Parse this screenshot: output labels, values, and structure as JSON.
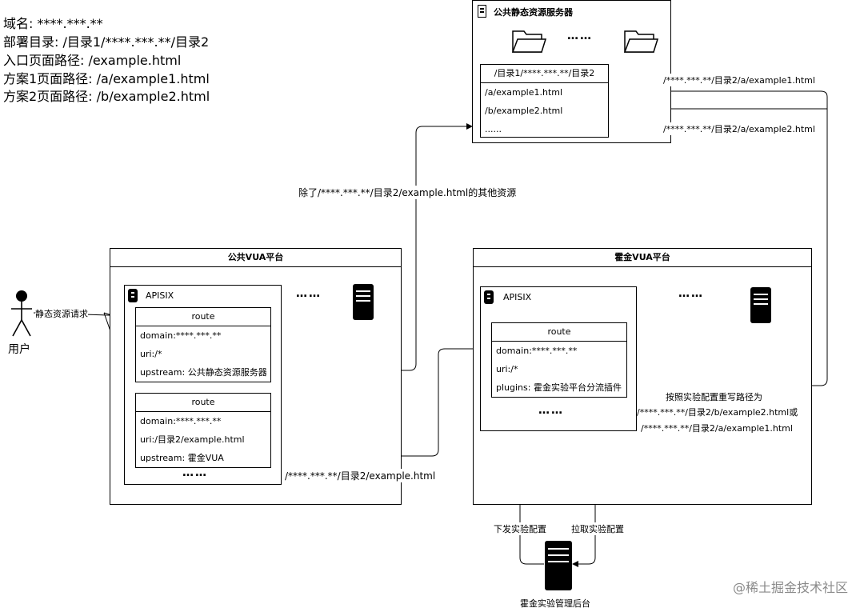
{
  "info": {
    "lines": [
      "域名: ****.***.**",
      "部署目录: /目录1/****.***.**/目录2",
      "入口页面路径: /example.html",
      "方案1页面路径: /a/example1.html",
      "方案2页面路径: /b/example2.html"
    ]
  },
  "static_server": {
    "title": "公共静态资源服务器",
    "ellipsis": "……",
    "dir_header": "/目录1/****.***.**/目录2",
    "files": [
      "/a/example1.html",
      "/b/example2.html",
      "......"
    ]
  },
  "public_vua": {
    "title": "公共VUA平台",
    "apisix_title": "APISIX",
    "route1": {
      "header": "route",
      "rows": [
        "domain:****.***.**",
        "uri:/*",
        "upstream: 公共静态资源服务器"
      ]
    },
    "route2": {
      "header": "route",
      "rows": [
        "domain:****.***.**",
        "uri:/目录2/example.html",
        "upstream: 霍金VUA"
      ]
    },
    "apisix_ellipsis": "……",
    "ellipsis": "……"
  },
  "hokin_vua": {
    "title": "霍金VUA平台",
    "apisix_title": "APISIX",
    "route": {
      "header": "route",
      "rows": [
        "domain:****.***.**",
        "uri:/*",
        "plugins: 霍金实验平台分流插件"
      ]
    },
    "apisix_ellipsis": "……",
    "ellipsis": "……"
  },
  "user": {
    "label": "用户"
  },
  "admin": {
    "label": "霍金实验管理后台"
  },
  "edges": {
    "user_request": "静态资源请求",
    "other_resources": "除了/****.***.**/目录2/example.html的其他资源",
    "to_hokin": "/****.***.**/目录2/example.html",
    "rewrite_1": "按照实验配置重写路径为",
    "rewrite_2": "/****.***.**/目录2/b/example2.html或",
    "rewrite_3": "/****.***.**/目录2/a/example1.html",
    "to_file1": "/****.***.**/目录2/a/example1.html",
    "to_file2": "/****.***.**/目录2/a/example2.html",
    "push_config": "下发实验配置",
    "pull_config": "拉取实验配置"
  },
  "watermark": "@稀土掘金技术社区",
  "colors": {
    "line": "#000000",
    "watermark": "#8a8a8a"
  }
}
